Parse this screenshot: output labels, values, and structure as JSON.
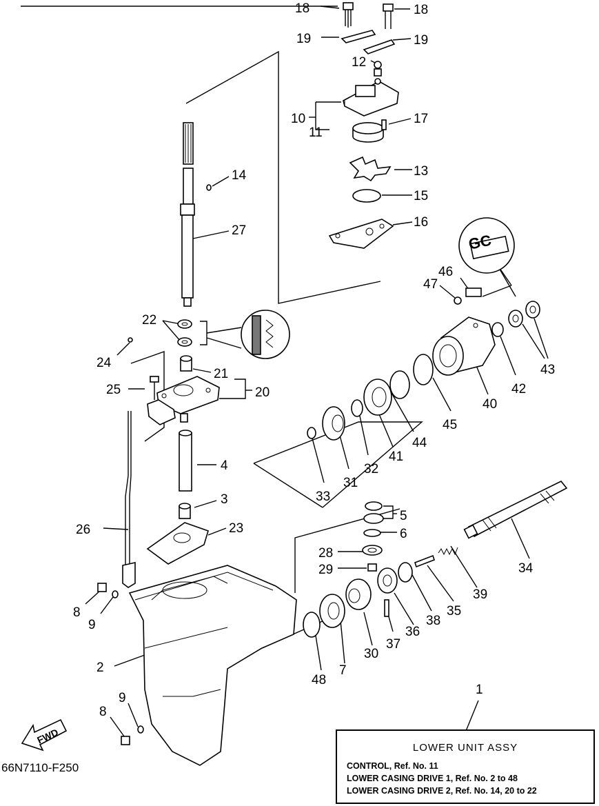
{
  "callouts": [
    {
      "key": "18a",
      "text": "18"
    },
    {
      "key": "18b",
      "text": "18"
    },
    {
      "key": "19a",
      "text": "19"
    },
    {
      "key": "19b",
      "text": "19"
    },
    {
      "key": "12",
      "text": "12"
    },
    {
      "key": "10",
      "text": "10"
    },
    {
      "key": "11",
      "text": "11"
    },
    {
      "key": "17",
      "text": "17"
    },
    {
      "key": "13",
      "text": "13"
    },
    {
      "key": "15",
      "text": "15"
    },
    {
      "key": "16",
      "text": "16"
    },
    {
      "key": "14",
      "text": "14"
    },
    {
      "key": "27",
      "text": "27"
    },
    {
      "key": "46",
      "text": "46"
    },
    {
      "key": "47",
      "text": "47"
    },
    {
      "key": "22",
      "text": "22"
    },
    {
      "key": "42",
      "text": "42"
    },
    {
      "key": "43",
      "text": "43"
    },
    {
      "key": "24",
      "text": "24"
    },
    {
      "key": "21",
      "text": "21"
    },
    {
      "key": "20",
      "text": "20"
    },
    {
      "key": "25",
      "text": "25"
    },
    {
      "key": "40",
      "text": "40"
    },
    {
      "key": "45",
      "text": "45"
    },
    {
      "key": "44",
      "text": "44"
    },
    {
      "key": "41",
      "text": "41"
    },
    {
      "key": "32",
      "text": "32"
    },
    {
      "key": "31",
      "text": "31"
    },
    {
      "key": "33",
      "text": "33"
    },
    {
      "key": "4",
      "text": "4"
    },
    {
      "key": "3",
      "text": "3"
    },
    {
      "key": "5",
      "text": "5"
    },
    {
      "key": "6",
      "text": "6"
    },
    {
      "key": "26",
      "text": "26"
    },
    {
      "key": "23",
      "text": "23"
    },
    {
      "key": "28",
      "text": "28"
    },
    {
      "key": "29",
      "text": "29"
    },
    {
      "key": "34",
      "text": "34"
    },
    {
      "key": "39",
      "text": "39"
    },
    {
      "key": "35",
      "text": "35"
    },
    {
      "key": "38",
      "text": "38"
    },
    {
      "key": "36",
      "text": "36"
    },
    {
      "key": "37",
      "text": "37"
    },
    {
      "key": "30",
      "text": "30"
    },
    {
      "key": "7",
      "text": "7"
    },
    {
      "key": "48",
      "text": "48"
    },
    {
      "key": "8a",
      "text": "8"
    },
    {
      "key": "9a",
      "text": "9"
    },
    {
      "key": "2",
      "text": "2"
    },
    {
      "key": "1",
      "text": "1"
    },
    {
      "key": "8b",
      "text": "8"
    },
    {
      "key": "9b",
      "text": "9"
    }
  ],
  "fwd_label": "FWD",
  "gc_label": "GC",
  "part_code": "66N7110-F250",
  "legend": {
    "title": "LOWER UNIT ASSY",
    "lines": [
      "CONTROL,  Ref. No. 11",
      "LOWER CASING DRIVE 1,  Ref. No. 2 to 48",
      "LOWER CASING DRIVE 2,  Ref. No. 14, 20 to 22"
    ]
  }
}
